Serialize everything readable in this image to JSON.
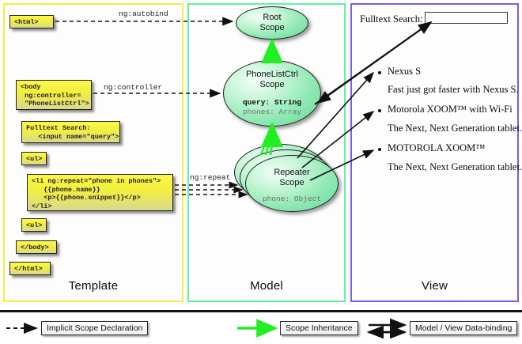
{
  "columns": [
    {
      "key": "template",
      "label": "Template",
      "border_color": "#f7ee3f"
    },
    {
      "key": "model",
      "label": "Model",
      "border_color": "#5ef0a8"
    },
    {
      "key": "view",
      "label": "View",
      "border_color": "#7d5bf0"
    }
  ],
  "template": {
    "boxes": [
      {
        "name": "html-open-tag",
        "text": "<html>"
      },
      {
        "name": "body-open-tag",
        "text": "<body\n ng:controller=\n \"PhoneListCtrl\">"
      },
      {
        "name": "search-input-markup",
        "text": "Fulltext Search:\n   <input name=\"query\">"
      },
      {
        "name": "ul-open-tag",
        "text": "<ul>"
      },
      {
        "name": "li-repeat-markup",
        "text": "<li ng:repeat=\"phone in phones\">\n   {{phone.name}}\n   <p>{{phone.snippet}}</p>\n</li>"
      },
      {
        "name": "ul-close-tag",
        "text": "<ul>"
      },
      {
        "name": "body-close-tag",
        "text": "</body>"
      },
      {
        "name": "html-close-tag",
        "text": "</html>"
      }
    ]
  },
  "model": {
    "scopes": [
      {
        "name": "root-scope",
        "title": "Root\nScope",
        "props": []
      },
      {
        "name": "phonelistctrl-scope",
        "title": "PhoneListCtrl\nScope",
        "props": [
          {
            "text": "query: String",
            "style": "bold"
          },
          {
            "text": "phones: Array",
            "style": "dim"
          }
        ]
      },
      {
        "name": "repeater-scope",
        "title": "Repeater\nScope",
        "props": [
          {
            "text": "phone: Object",
            "style": "dim"
          }
        ]
      }
    ]
  },
  "view": {
    "search_label": "Fulltext Search:",
    "search_value": "",
    "search_placeholder": "",
    "items": [
      {
        "name": "Nexus S",
        "snippet": "Fast just got faster with Nexus S."
      },
      {
        "name": "Motorola XOOM™  with Wi-Fi",
        "snippet": "The Next, Next Generation tablet."
      },
      {
        "name": "MOTOROLA XOOM™",
        "snippet": "The Next, Next Generation tablet."
      }
    ]
  },
  "edges": [
    {
      "name": "ng-autobind-label",
      "label": "ng:autobind"
    },
    {
      "name": "ng-controller-label",
      "label": "ng:controller"
    },
    {
      "name": "ng-repeat-label",
      "label": "ng:repeat"
    }
  ],
  "legend": {
    "items": [
      {
        "name": "implicit-scope-declaration",
        "label": "Implicit Scope Declaration",
        "style": "dashed-black"
      },
      {
        "name": "scope-inheritance",
        "label": "Scope Inheritance",
        "style": "solid-green"
      },
      {
        "name": "model-view-data-binding",
        "label": "Model / View Data-binding",
        "style": "double-black"
      }
    ]
  },
  "colors": {
    "template_border": "#f7ee3f",
    "model_border": "#5ef0a8",
    "view_border": "#7d5bf0",
    "scope_green": "#63dc96",
    "inheritance_green": "#21ef21",
    "code_yellow": "#f3ef3f"
  }
}
